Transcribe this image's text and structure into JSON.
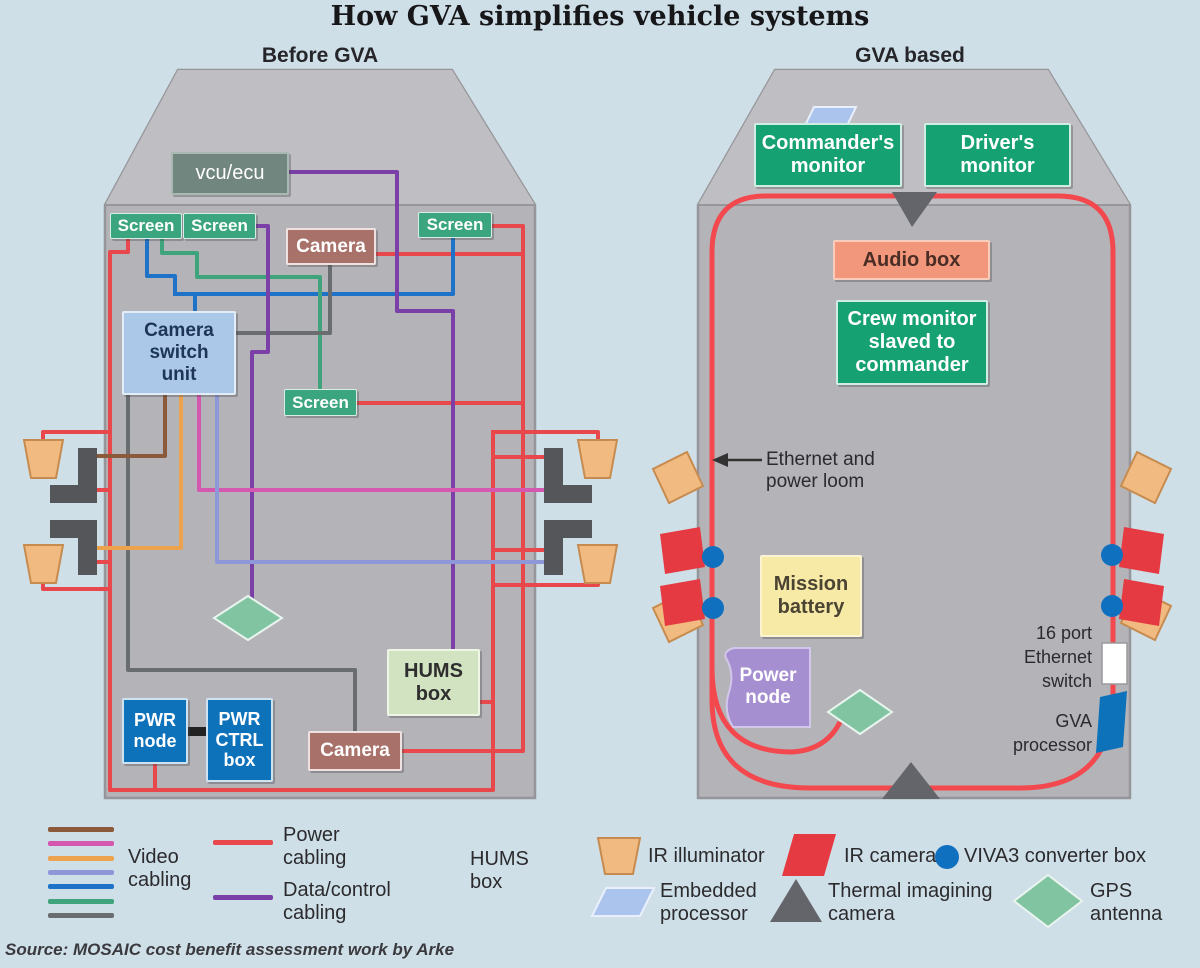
{
  "title": "How GVA simplifies vehicle systems",
  "before": {
    "heading": "Before GVA",
    "vcu_ecu": "vcu/ecu",
    "screen": "Screen",
    "camera": "Camera",
    "camera_switch_unit": "Camera\nswitch\nunit",
    "hums_box": "HUMS\nbox",
    "pwr_node": "PWR\nnode",
    "pwr_ctrl_box": "PWR\nCTRL\nbox"
  },
  "after": {
    "heading": "GVA based",
    "commanders_monitor": "Commander's\nmonitor",
    "drivers_monitor": "Driver's\nmonitor",
    "audio_box": "Audio box",
    "crew_monitor": "Crew monitor\nslaved to\ncommander",
    "ethernet_loom": "Ethernet and\npower loom",
    "mission_battery": "Mission\nbattery",
    "power_node": "Power\nnode",
    "ethernet_switch": "16 port\nEthernet\nswitch",
    "gva_processor": "GVA\nprocessor"
  },
  "legend": {
    "video_cabling": "Video\ncabling",
    "video_colors": [
      "#8a5a3a",
      "#d457b0",
      "#eda24e",
      "#8e97d8",
      "#1e72c8",
      "#3fa37c",
      "#6a6d70"
    ],
    "power_cabling": "Power\ncabling",
    "power_color": "#e8474b",
    "data_cabling": "Data/control\ncabling",
    "data_color": "#7b3fa8",
    "hums_box": "HUMS\nbox",
    "ir_illuminator": "IR illuminator",
    "ir_camera": "IR camera",
    "viva3": "VIVA3 converter box",
    "embedded_processor": "Embedded\nprocessor",
    "thermal_camera": "Thermal imagining\ncamera",
    "gps_antenna": "GPS\nantenna"
  },
  "source": "Source: MOSAIC cost benefit assessment work by Arke"
}
